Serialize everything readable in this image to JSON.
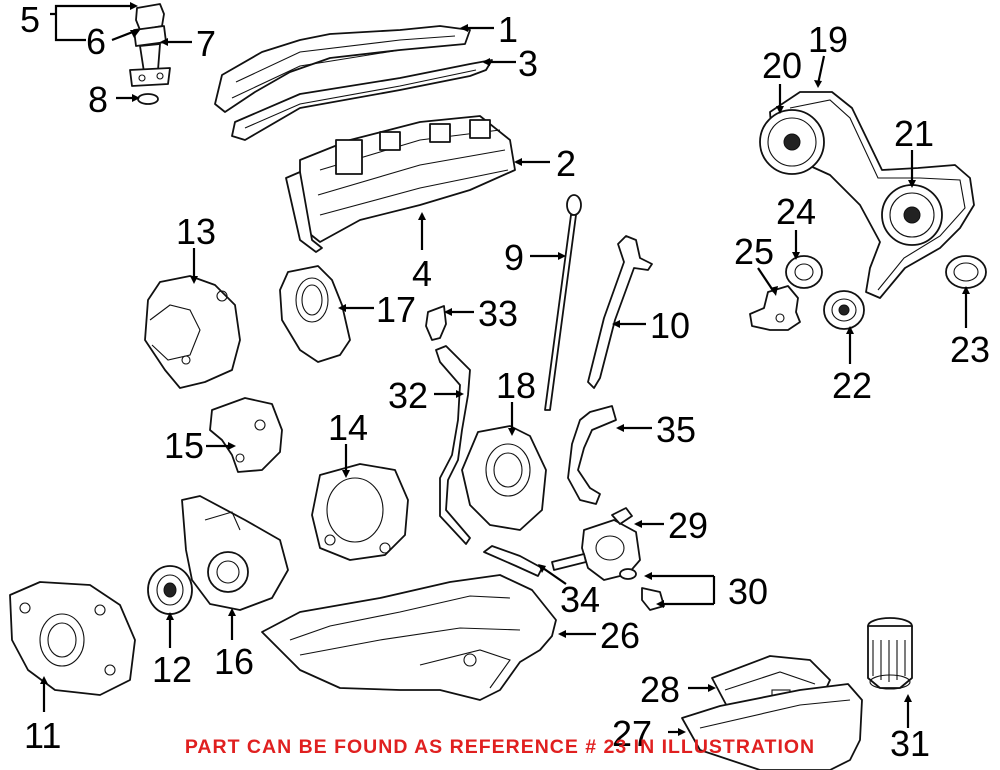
{
  "diagram": {
    "callouts": [
      {
        "id": "c1",
        "text": "1"
      },
      {
        "id": "c2",
        "text": "2"
      },
      {
        "id": "c3",
        "text": "3"
      },
      {
        "id": "c4",
        "text": "4"
      },
      {
        "id": "c5",
        "text": "5"
      },
      {
        "id": "c6",
        "text": "6"
      },
      {
        "id": "c7",
        "text": "7"
      },
      {
        "id": "c8",
        "text": "8"
      },
      {
        "id": "c9",
        "text": "9"
      },
      {
        "id": "c10",
        "text": "10"
      },
      {
        "id": "c11",
        "text": "11"
      },
      {
        "id": "c12",
        "text": "12"
      },
      {
        "id": "c13",
        "text": "13"
      },
      {
        "id": "c14",
        "text": "14"
      },
      {
        "id": "c15",
        "text": "15"
      },
      {
        "id": "c16",
        "text": "16"
      },
      {
        "id": "c17",
        "text": "17"
      },
      {
        "id": "c18",
        "text": "18"
      },
      {
        "id": "c19",
        "text": "19"
      },
      {
        "id": "c20",
        "text": "20"
      },
      {
        "id": "c21",
        "text": "21"
      },
      {
        "id": "c22",
        "text": "22"
      },
      {
        "id": "c23a",
        "text": "23"
      },
      {
        "id": "c24",
        "text": "24"
      },
      {
        "id": "c25",
        "text": "25"
      },
      {
        "id": "c26",
        "text": "26"
      },
      {
        "id": "c27",
        "text": "27"
      },
      {
        "id": "c28",
        "text": "28"
      },
      {
        "id": "c29",
        "text": "29"
      },
      {
        "id": "c30",
        "text": "30"
      },
      {
        "id": "c31",
        "text": "31"
      },
      {
        "id": "c32",
        "text": "32"
      },
      {
        "id": "c33",
        "text": "33"
      },
      {
        "id": "c34",
        "text": "34"
      },
      {
        "id": "c35",
        "text": "35"
      }
    ],
    "caption": "PART CAN BE FOUND AS REFERENCE # 23 IN ILLUSTRATION",
    "caption_color": "#e02020"
  }
}
